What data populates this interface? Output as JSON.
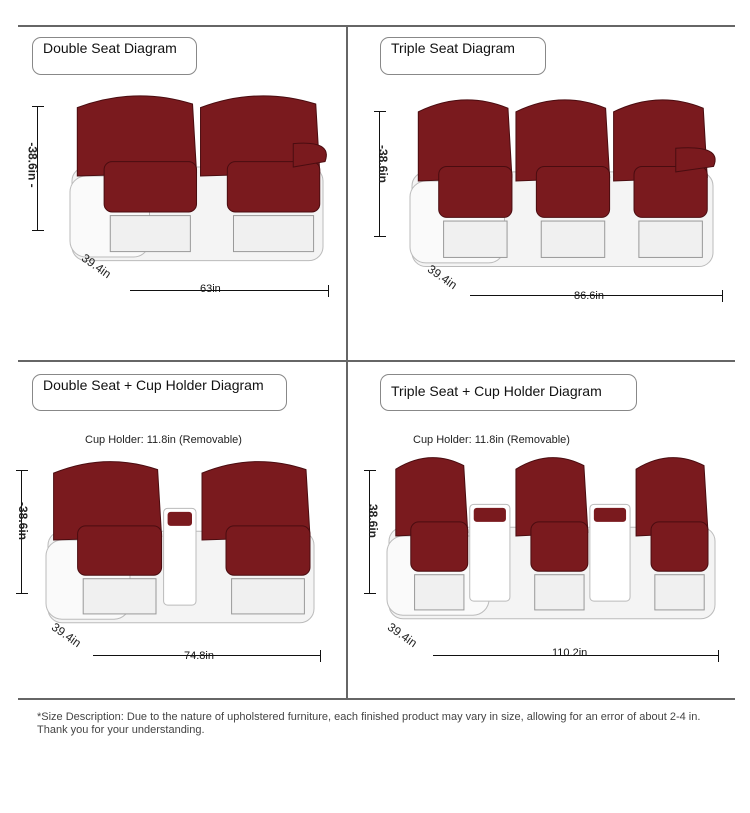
{
  "panels": [
    {
      "title": "Double Seat Diagram",
      "height": "-38.6in -",
      "depth": "39.4in",
      "width": "63in",
      "seats": 2,
      "cup_holder": false
    },
    {
      "title": "Triple Seat Diagram",
      "height": "-38.6in",
      "depth": "39.4in",
      "width": "86.6in",
      "seats": 3,
      "cup_holder": false
    },
    {
      "title": "Double Seat + Cup Holder Diagram",
      "height": "-38.6in",
      "depth": "39.4in",
      "width": "74.8in",
      "cup_label": "Cup Holder: 11.8in (Removable)",
      "seats": 2,
      "cup_holder": true
    },
    {
      "title": "Triple Seat + Cup Holder Diagram",
      "height": "38.6in",
      "depth": "39.4in",
      "width": "110.2in",
      "cup_label": "Cup Holder: 11.8in (Removable)",
      "seats": 3,
      "cup_holder": true
    }
  ],
  "note": "*Size Description: Due to the nature of upholstered furniture, each finished product may vary in size, allowing for an error of about 2-4 in. Thank you for your understanding.",
  "colors": {
    "cover": "#7a1a1e",
    "frame": "#f4f4f4",
    "outline": "#bbbbbb"
  }
}
